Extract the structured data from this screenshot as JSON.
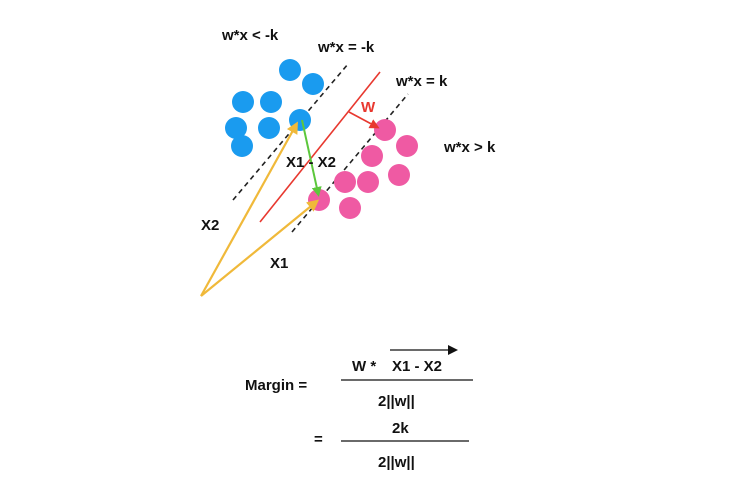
{
  "labels": {
    "region_negative": "w*x < -k",
    "line_negative": "w*x = -k",
    "line_positive": "w*x = k",
    "region_positive": "w*x > k",
    "normal_vector": "W",
    "difference_vector": "X1 - X2",
    "vector_x2": "X2",
    "vector_x1": "X1"
  },
  "formula": {
    "lhs": "Margin =",
    "numerator_prefix": "W *",
    "numerator_vector": "X1 - X2",
    "denominator": "2||w||",
    "equals": "=",
    "numerator_2": "2k",
    "denominator_2": "2||w||"
  },
  "colors": {
    "blue_points": "#1a9bef",
    "pink_points": "#ef5aa3",
    "hyperplane": "#e8382f",
    "vectors": "#f0b93a",
    "difference": "#5cc73c",
    "normal_label": "#e8382f",
    "margin_lines": "#222222"
  }
}
